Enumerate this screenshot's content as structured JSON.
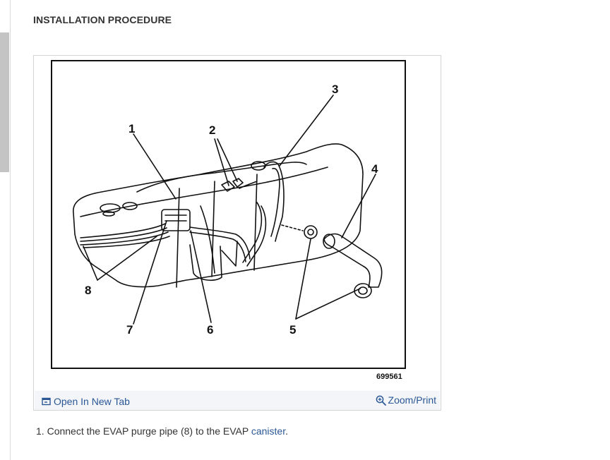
{
  "heading": "INSTALLATION PROCEDURE",
  "figure": {
    "id": "699561",
    "callouts": [
      "1",
      "2",
      "3",
      "4",
      "5",
      "6",
      "7",
      "8"
    ],
    "open_label": "Open In New Tab",
    "zoom_label": "Zoom/Print"
  },
  "step": {
    "number": "1.",
    "text_before": "Connect the EVAP purge pipe (8) to the EVAP ",
    "link": "canister",
    "text_after": "."
  }
}
